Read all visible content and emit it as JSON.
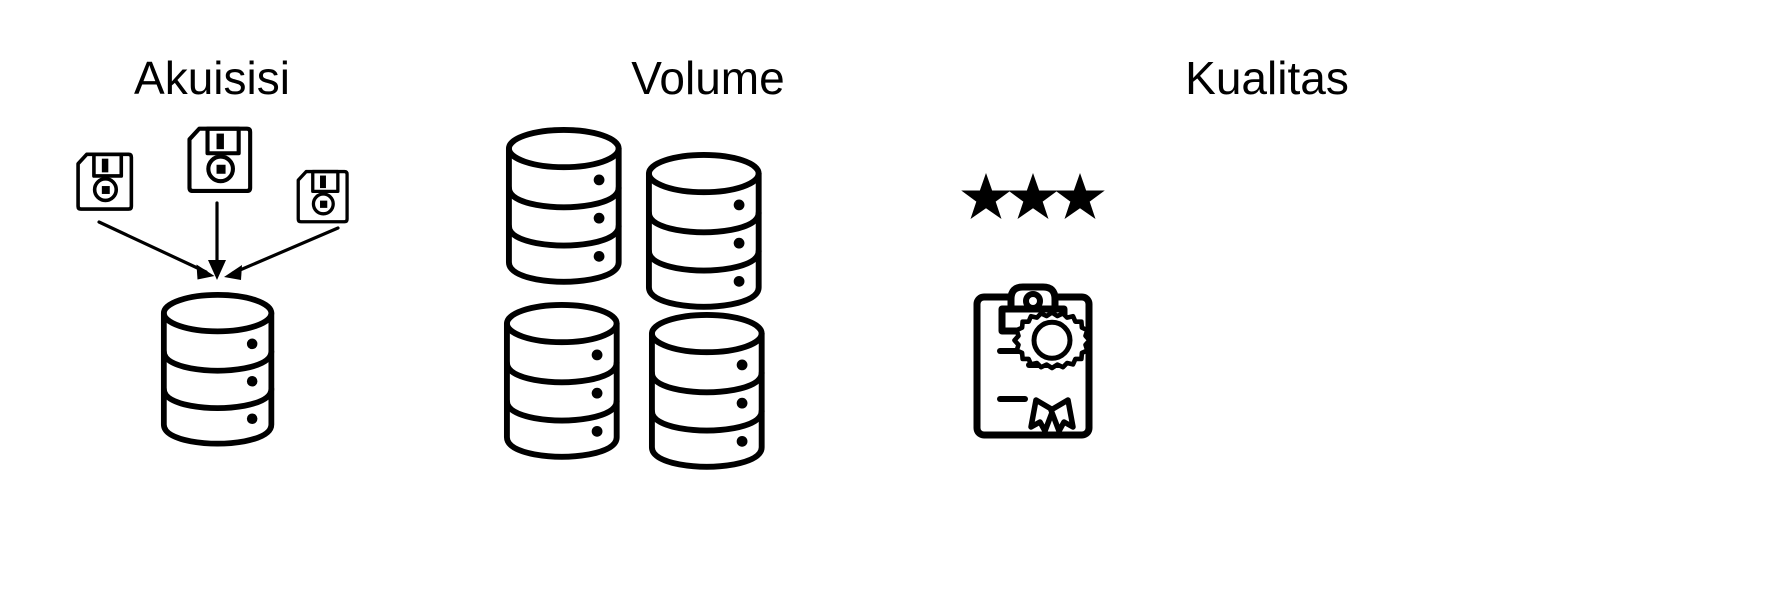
{
  "diagram": {
    "title_bar": "",
    "background_color": "#ffffff",
    "line_color": "#000000",
    "type": "three-column icon diagram",
    "columns": [
      {
        "id": "akuisisi",
        "label": "Akuisisi",
        "description": "Three floppy disk sources converging with arrows into one database cylinder",
        "icons": [
          {
            "name": "floppy-disk-icon",
            "count": 3
          },
          {
            "name": "arrow-icon",
            "count": 3
          },
          {
            "name": "database-cylinder-icon",
            "count": 1
          }
        ]
      },
      {
        "id": "volume",
        "label": "Volume",
        "description": "Four database cylinders arranged in a staggered two by two grid",
        "icons": [
          {
            "name": "database-cylinder-icon",
            "count": 4
          }
        ]
      },
      {
        "id": "kualitas",
        "label": "Kualitas",
        "description": "Three filled stars above a clipboard holding a certificate with an award rosette",
        "icons": [
          {
            "name": "star-icon",
            "count": 3
          },
          {
            "name": "clipboard-certificate-icon",
            "count": 1
          }
        ]
      }
    ]
  }
}
